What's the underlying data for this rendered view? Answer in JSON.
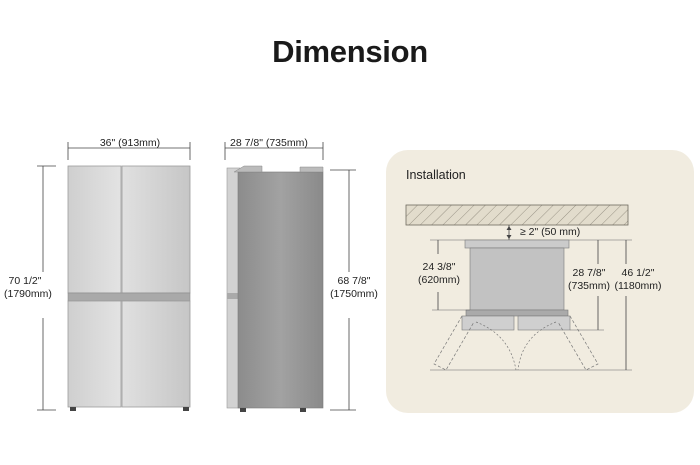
{
  "title": "Dimension",
  "front": {
    "width_in": "36\"",
    "width_mm": "(913mm)",
    "height_in": "70 1/2\"",
    "height_mm": "(1790mm)"
  },
  "side": {
    "depth_in": "28 7/8\"",
    "depth_mm": "(735mm)",
    "height_in": "68 7/8\"",
    "height_mm": "(1750mm)"
  },
  "installation": {
    "title": "Installation",
    "gap_in": "≥ 2\"",
    "gap_mm": "(50 mm)",
    "cabinet_depth_in": "24 3/8\"",
    "cabinet_depth_mm": "(620mm)",
    "body_depth_in": "28 7/8\"",
    "body_depth_mm": "(735mm)",
    "door_open_in": "46 1/2\"",
    "door_open_mm": "(1180mm)"
  },
  "colors": {
    "panel_bg": "#f1ece0",
    "steel": "#c9c9c9",
    "steel_dark": "#8e8e8e",
    "side_body": "#9a9a9a"
  }
}
